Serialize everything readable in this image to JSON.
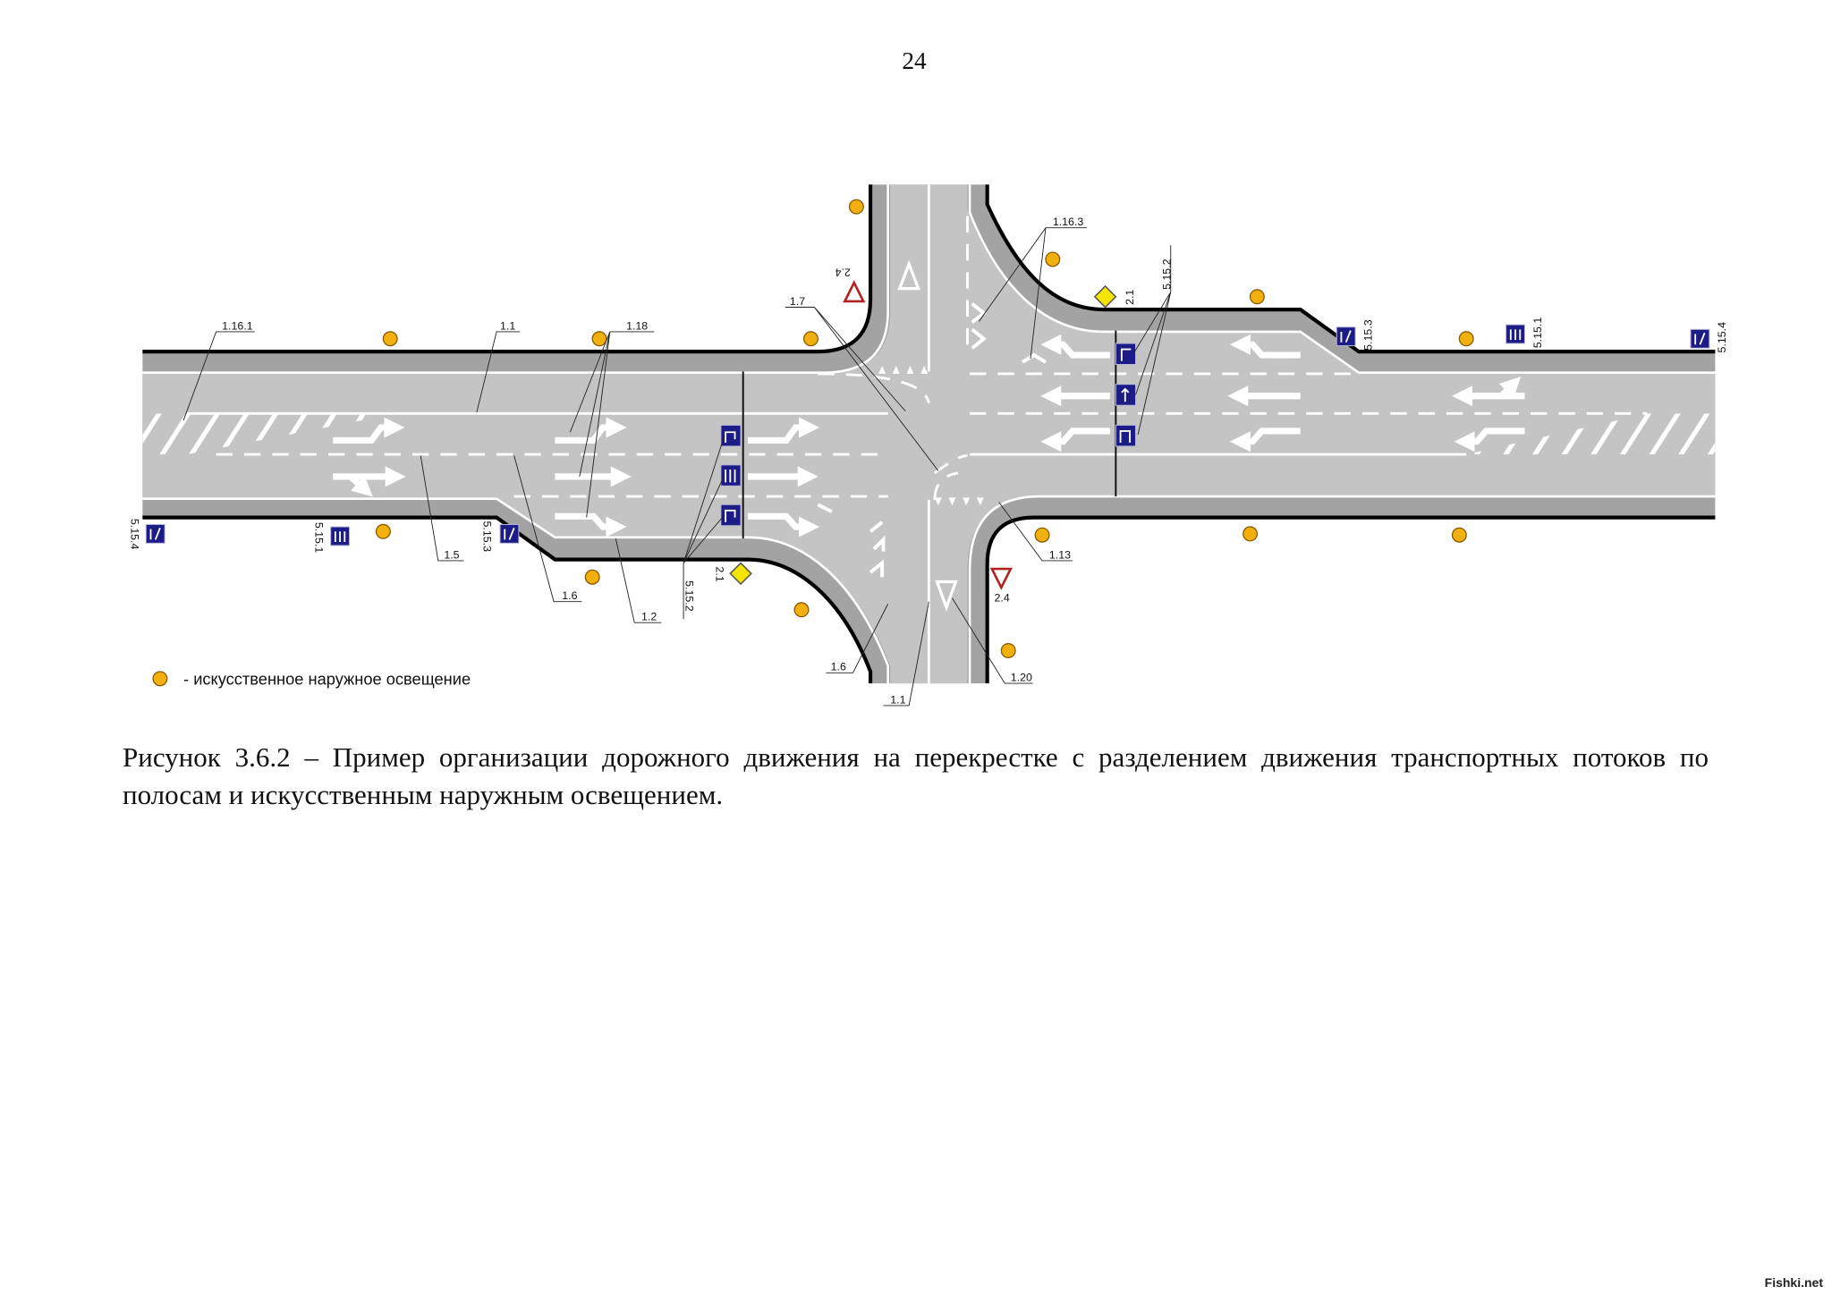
{
  "page_number": "24",
  "colors": {
    "asphalt": "#c4c4c4",
    "shoulder": "#a3a3a3",
    "lamp": "#f2b00f",
    "info_sign": "#1c1c86",
    "warning_red": "#b22222",
    "priority_yellow": "#f5e400"
  },
  "labels": {
    "l_1_16_1": "1.16.1",
    "l_1_1_top": "1.1",
    "l_1_18": "1.18",
    "l_1_7": "1.7",
    "l_2_4_top": "2.4",
    "l_1_16_3": "1.16.3",
    "l_2_1_right": "2.1",
    "l_5_15_2_right": "5.15.2",
    "l_5_15_3_right": "5.15.3",
    "l_5_15_1_right": "5.15.1",
    "l_5_15_4_right": "5.15.4",
    "l_5_15_4_left": "5.15.4",
    "l_5_15_1_left": "5.15.1",
    "l_5_15_3_left": "5.15.3",
    "l_1_5": "1.5",
    "l_1_6_left": "1.6",
    "l_1_2": "1.2",
    "l_5_15_2_left": "5.15.2",
    "l_2_1_left": "2.1",
    "l_1_6_bottom": "1.6",
    "l_1_1_bottom": "1.1",
    "l_1_13": "1.13",
    "l_2_4_bottom": "2.4",
    "l_1_20": "1.20"
  },
  "legend": {
    "icon": "lamp-icon",
    "text": "- искусственное наружное освещение"
  },
  "caption": "Рисунок 3.6.2 – Пример организации дорожного движения на перекрестке с разделением движения транспортных потоков по полосам и искусственным наружным освещением.",
  "watermark": "Fishki.net"
}
